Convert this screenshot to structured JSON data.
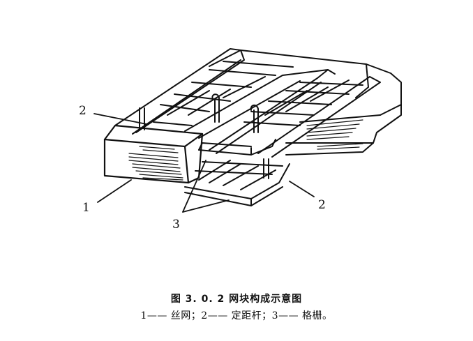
{
  "figure": {
    "callouts": {
      "wire_mesh": "1",
      "spacer_left": "2",
      "spacer_right": "2",
      "grid": "3"
    },
    "caption": {
      "title": "图 3. 0. 2   网块构成示意图",
      "legend": "1—— 丝网；2—— 定距杆；3—— 格栅。"
    }
  }
}
